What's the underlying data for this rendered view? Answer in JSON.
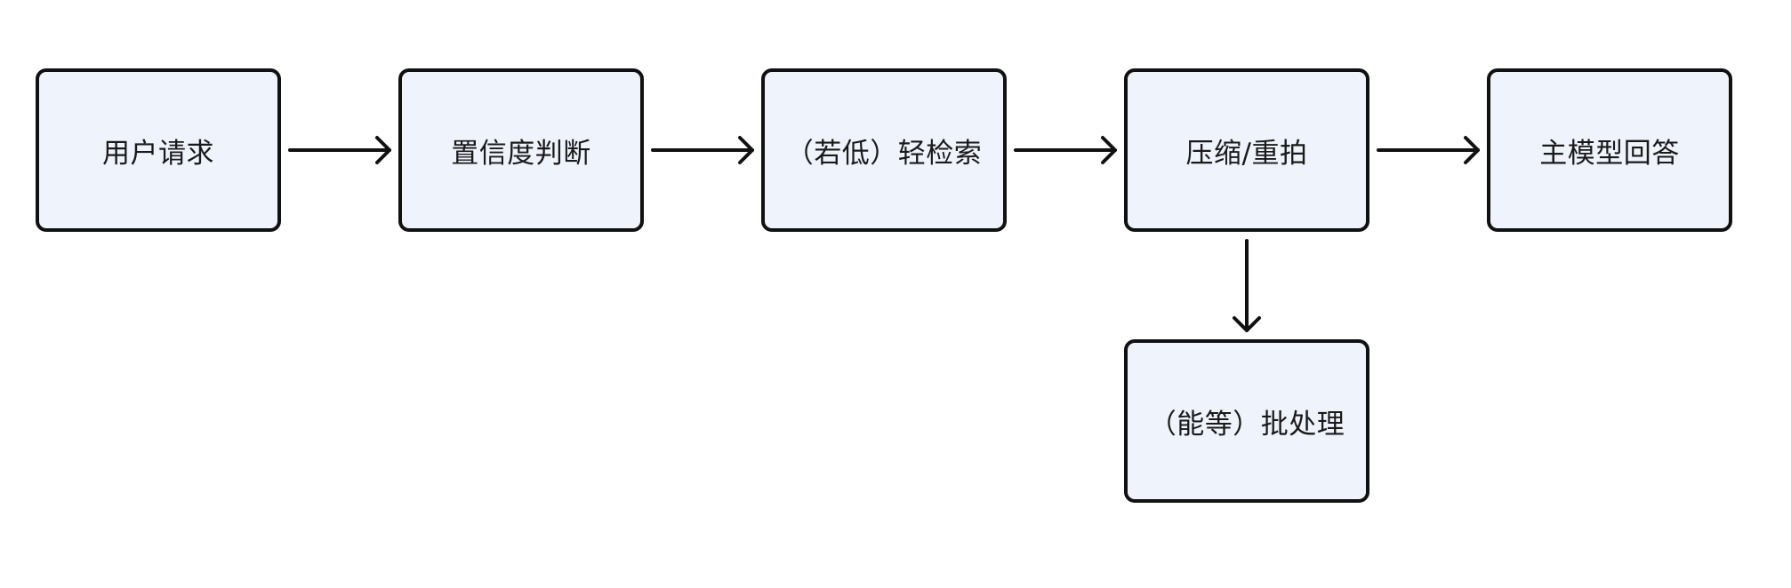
{
  "nodes": [
    {
      "id": "request",
      "label": "用户请求"
    },
    {
      "id": "confidence",
      "label": "置信度判断"
    },
    {
      "id": "retrieval",
      "label": "（若低）轻检索"
    },
    {
      "id": "compress",
      "label": "压缩/重拍"
    },
    {
      "id": "answer",
      "label": "主模型回答"
    },
    {
      "id": "batch",
      "label": "（能等）批处理"
    }
  ],
  "edges": [
    {
      "from": "request",
      "to": "confidence"
    },
    {
      "from": "confidence",
      "to": "retrieval"
    },
    {
      "from": "retrieval",
      "to": "compress"
    },
    {
      "from": "compress",
      "to": "answer"
    },
    {
      "from": "compress",
      "to": "batch"
    }
  ],
  "colors": {
    "node_fill": "#eff3fb",
    "stroke": "#111111",
    "text": "#1a1a1a"
  }
}
